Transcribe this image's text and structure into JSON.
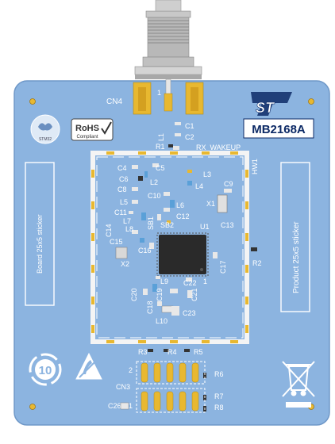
{
  "board": {
    "part_number": "MB2168A",
    "connector_label": "CN4",
    "connector_pin": "1",
    "rx_wakeup": "RX_WAKEUP",
    "hw_label": "HW1",
    "left_sticker": "Board 25x5 sticker",
    "right_sticker": "Product 25x5 sticker",
    "rohs": "RoHS",
    "rohs_sub": "Compliant",
    "ecopack": "10",
    "stm_logo_text": "STM32",
    "bottom_connector_label": "CN3",
    "bottom_connector_pin_top": "2",
    "bottom_connector_pin_bottom": "1"
  },
  "components": {
    "L1": "L1",
    "C1": "C1",
    "C2": "C2",
    "R1": "R1",
    "C4": "C4",
    "C5": "C5",
    "C6": "C6",
    "L2": "L2",
    "C8": "C8",
    "L3": "L3",
    "L4": "L4",
    "C9": "C9",
    "C10": "C10",
    "L5": "L5",
    "L6": "L6",
    "C11": "C11",
    "C12": "C12",
    "X1": "X1",
    "C13": "C13",
    "C14": "C14",
    "L7": "L7",
    "SB1": "SB1",
    "SB2": "SB2",
    "U1": "U1",
    "L8": "L8",
    "C15": "C15",
    "C16": "C16",
    "X2": "X2",
    "C17": "C17",
    "R2": "R2",
    "L9": "L9",
    "C22": "C22",
    "U1pin": "1",
    "C20": "C20",
    "C19": "C19",
    "C21": "C21",
    "C18": "C18",
    "C23": "C23",
    "L10": "L10",
    "R3": "R3",
    "R4": "R4",
    "R5": "R5",
    "R6": "R6",
    "R7": "R7",
    "R8": "R8",
    "C26": "C26"
  },
  "colors": {
    "board": "#8cb4e0",
    "board_edge": "#6f98c8",
    "silkscreen": "#ffffff",
    "pad_gold": "#e8b830",
    "shield_pad": "#f0f0f0",
    "chip": "#2a2a2a",
    "connector_metal": "#b8b8b8"
  }
}
